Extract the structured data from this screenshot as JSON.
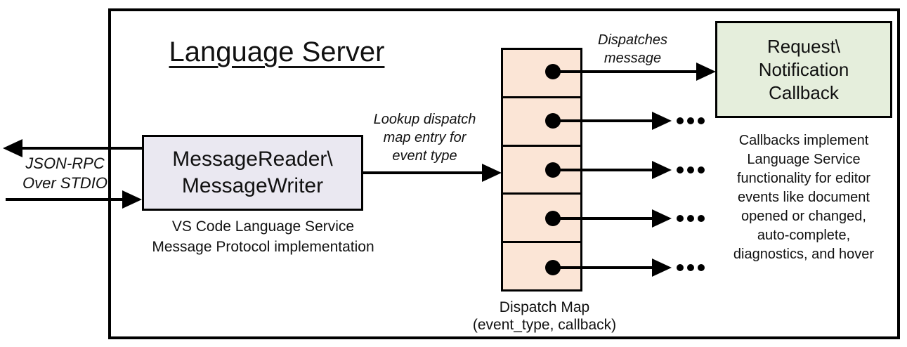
{
  "diagram": {
    "title": "Language Server"
  },
  "io": {
    "label_line1": "JSON-RPC",
    "label_line2": "Over STDIO"
  },
  "reader_box": {
    "line1": "MessageReader\\",
    "line2": "MessageWriter",
    "caption_line1": "VS Code Language Service",
    "caption_line2": "Message Protocol implementation",
    "fill": "#EAE8F1"
  },
  "lookup_label": {
    "line1": "Lookup dispatch",
    "line2": "map entry for",
    "line3": "event type"
  },
  "dispatch_map": {
    "cell_count": 5,
    "fill": "#FBE5D6",
    "label_line1": "Dispatch Map",
    "label_line2": "(event_type, callback)"
  },
  "dispatches_label": {
    "line1": "Dispatches",
    "line2": "message"
  },
  "callback_box": {
    "line1": "Request\\",
    "line2": "Notification",
    "line3": "Callback",
    "fill": "#E5EEDC"
  },
  "callback_note": {
    "lines": [
      "Callbacks implement",
      "Language Service",
      "functionality for editor",
      "events like document",
      "opened or changed,",
      "auto-complete,",
      "diagnostics, and hover"
    ]
  },
  "icons": {
    "ellipsis": "..."
  },
  "colors": {
    "line": "#000000",
    "text": "#111111",
    "background": "#FFFFFF"
  }
}
